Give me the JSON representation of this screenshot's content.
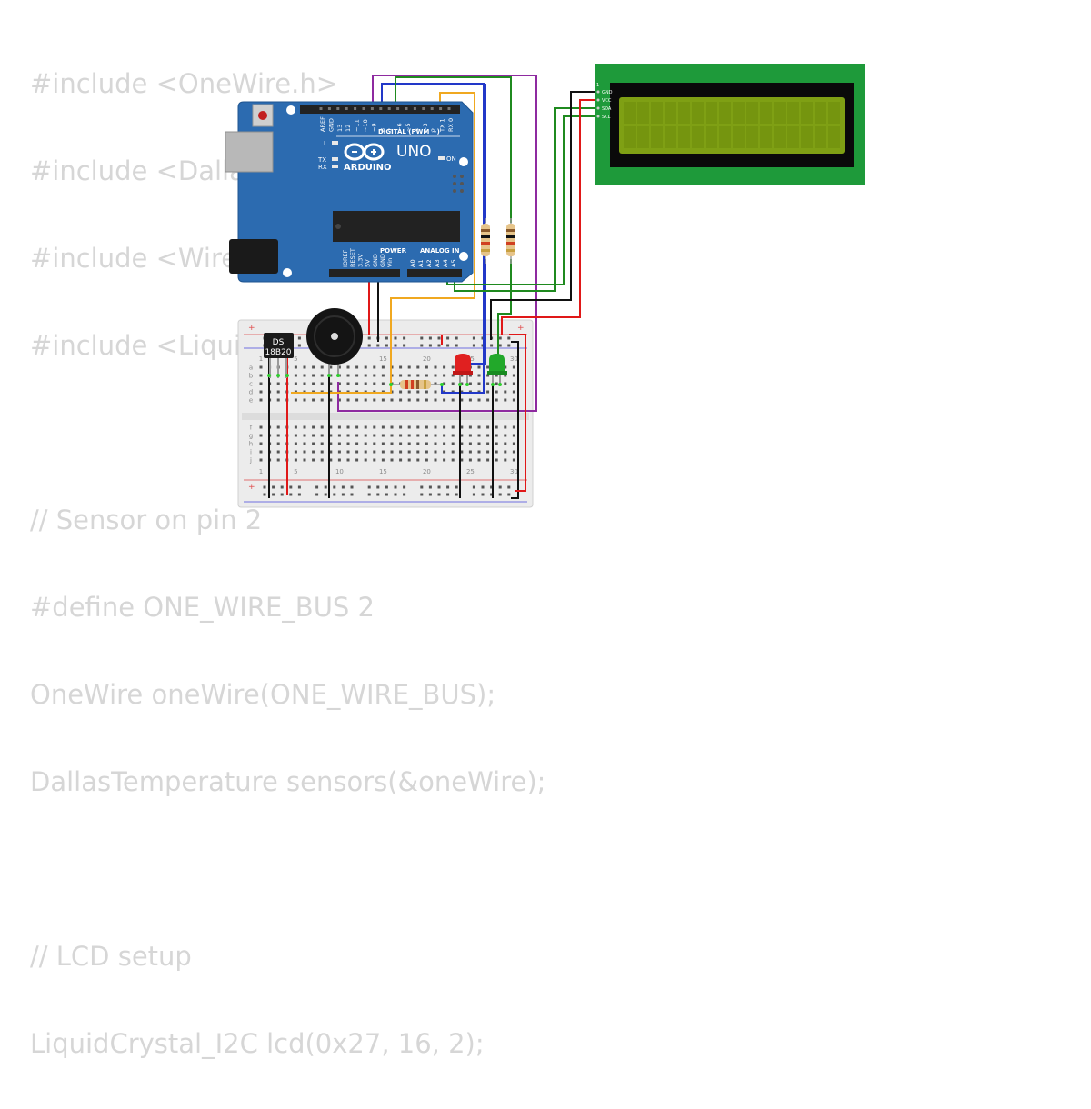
{
  "code_lines": [
    "#include <OneWire.h>",
    "#include <DallasTemperature.h>",
    "#include <Wire.h>",
    "#include <LiquidCrystal_I2C.h>",
    "",
    "// Sensor on pin 2",
    "#define ONE_WIRE_BUS 2",
    "OneWire oneWire(ONE_WIRE_BUS);",
    "DallasTemperature sensors(&oneWire);",
    "",
    "// LCD setup",
    "LiquidCrystal_I2C lcd(0x27, 16, 2);"
  ],
  "arduino": {
    "brand": "ARDUINO",
    "model": "UNO",
    "digital_header": "DIGITAL (PWM ~)",
    "power_header": "POWER",
    "analog_header": "ANALOG IN",
    "led_l": "L",
    "led_tx": "TX",
    "led_rx": "RX",
    "led_on": "ON",
    "digital_pins": [
      "AREF",
      "GND",
      "13",
      "12",
      "~11",
      "~10",
      "~9",
      "8",
      "7",
      "~6",
      "~5",
      "4",
      "~3",
      "2",
      "TX 1",
      "RX 0"
    ],
    "power_pins": [
      "IOREF",
      "RESET",
      "3.3V",
      "5V",
      "GND",
      "GND",
      "Vin"
    ],
    "analog_pins": [
      "A0",
      "A1",
      "A2",
      "A3",
      "A4",
      "A5"
    ]
  },
  "sensor": {
    "line1": "DS",
    "line2": "18B20"
  },
  "lcd": {
    "pins": [
      "GND",
      "VCC",
      "SDA",
      "SCL"
    ],
    "marker": "1"
  },
  "breadboard": {
    "column_numbers": [
      "1",
      "5",
      "10",
      "15",
      "20",
      "25",
      "30"
    ],
    "top_rows": [
      "a",
      "b",
      "c",
      "d",
      "e"
    ],
    "bottom_rows": [
      "f",
      "g",
      "h",
      "i",
      "j"
    ]
  },
  "colors": {
    "board": "#2c6bb0",
    "lcd_pcb": "#1e9a3a",
    "lcd_screen": "#7fa014",
    "wire_purple": "#8e2aa0",
    "wire_blue": "#2238c8",
    "wire_green": "#1f8a1f",
    "wire_orange": "#f0a820",
    "wire_red": "#e01818",
    "wire_black": "#111111"
  }
}
